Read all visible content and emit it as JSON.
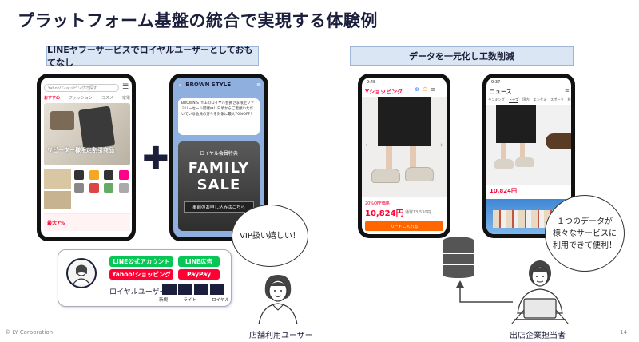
{
  "title": "プラットフォーム基盤の統合で実現する体験例",
  "left_section": {
    "label": "LINEヤフーサービスでロイヤルユーザーとしておもてなし",
    "phone1": {
      "search_placeholder": "Yahoo!ショッピングで探す",
      "tabs": [
        "おすすめ",
        "ファッション",
        "コスメ",
        "家電"
      ],
      "banner_text": "リピーター様限定割引商品",
      "bottom_text": "最大7%"
    },
    "phone2": {
      "brand": "BROWN STYLE",
      "chat_text": "BROWN STYLEのロイヤル会員さま限定ファミリーセール開催中！日頃からご愛顧いただいている会員の方々を対象に最大70%OFF！",
      "promo_small": "ロイヤル会員特典",
      "promo_title_1": "FAMILY",
      "promo_title_2": "SALE",
      "promo_button": "事前のお申し込みはこちら"
    },
    "bubble": "VIP扱い嬉しい！",
    "card": {
      "badges": [
        {
          "label": "LINE公式アカウント",
          "color": "#06c755"
        },
        {
          "label": "LINE広告",
          "color": "#06c755"
        },
        {
          "label": "Yahoo!ショッピング",
          "color": "#ff0033"
        },
        {
          "label": "PayPay",
          "color": "#ff0033"
        }
      ],
      "royal_label": "ロイヤルユーザー",
      "levels": [
        "新規",
        "ライト",
        "ロイヤル"
      ]
    },
    "person_caption": "店舗利用ユーザー"
  },
  "right_section": {
    "label": "データを一元化し工数削減",
    "phone3": {
      "time": "9:48",
      "app_name": "Yショッピング",
      "discount_label": "20%OFF価格",
      "price": "10,824円",
      "original_price": "通常13,530円",
      "button": "カートに入れる"
    },
    "phone4": {
      "time": "9:37",
      "app_name": "ニュース",
      "tabs": [
        "ランキング",
        "トップ",
        "国内",
        "エンタメ",
        "スポーツ",
        "経済"
      ],
      "price": "10,824円"
    },
    "bubble_lines": [
      "１つのデータが",
      "様々なサービスに",
      "利用できて便利！"
    ],
    "person_caption": "出店企業担当者"
  },
  "footer": {
    "copyright": "© LY Corporation",
    "page_number": "14"
  },
  "colors": {
    "line_green": "#06c755",
    "yahoo_red": "#ff0033",
    "label_bg": "#dbe6f5",
    "navy": "#1b1f3b"
  }
}
